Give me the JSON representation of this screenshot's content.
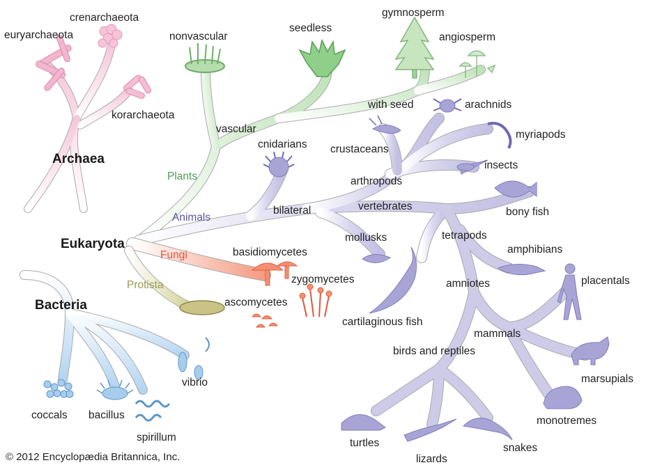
{
  "domains": {
    "archaea": "Archaea",
    "eukaryota": "Eukaryota",
    "bacteria": "Bacteria"
  },
  "groups": {
    "plants": "Plants",
    "animals": "Animals",
    "fungi": "Fungi",
    "protista": "Protista"
  },
  "labels": {
    "euryarchaeota": "euryarchaeota",
    "crenarchaeota": "crenarchaeota",
    "korarchaeota": "korarchaeota",
    "nonvascular": "nonvascular",
    "seedless": "seedless",
    "gymnosperm": "gymnosperm",
    "angiosperm": "angiosperm",
    "vascular": "vascular",
    "with_seed": "with seed",
    "arachnids": "arachnids",
    "myriapods": "myriapods",
    "crustaceans": "crustaceans",
    "insects": "insects",
    "cnidarians": "cnidarians",
    "arthropods": "arthropods",
    "bilateral": "bilateral",
    "vertebrates": "vertebrates",
    "bony_fish": "bony fish",
    "mollusks": "mollusks",
    "tetrapods": "tetrapods",
    "amphibians": "amphibians",
    "basidiomycetes": "basidiomycetes",
    "zygomycetes": "zygomycetes",
    "ascomycetes": "ascomycetes",
    "amniotes": "amniotes",
    "placentals": "placentals",
    "cartilaginous_fish": "cartilaginous fish",
    "mammals": "mammals",
    "birds_and_reptiles": "birds and reptiles",
    "marsupials": "marsupials",
    "vibrio": "vibrio",
    "coccals": "coccals",
    "bacillus": "bacillus",
    "spirillum": "spirillum",
    "monotremes": "monotremes",
    "turtles": "turtles",
    "snakes": "snakes",
    "lizards": "lizards"
  },
  "copyright": "© 2012 Encyclopædia Britannica, Inc.",
  "colors": {
    "archaea": "#f4c6d8",
    "plants": "#c8e6c2",
    "animals": "#cfcde8",
    "fungi": "#f08a6e",
    "protista": "#c9c58a",
    "bacteria": "#b7d6f0",
    "plants_text": "#4e9a5c",
    "animals_text": "#5a55a0",
    "fungi_text": "#e2553a",
    "protista_text": "#9a9a52"
  }
}
